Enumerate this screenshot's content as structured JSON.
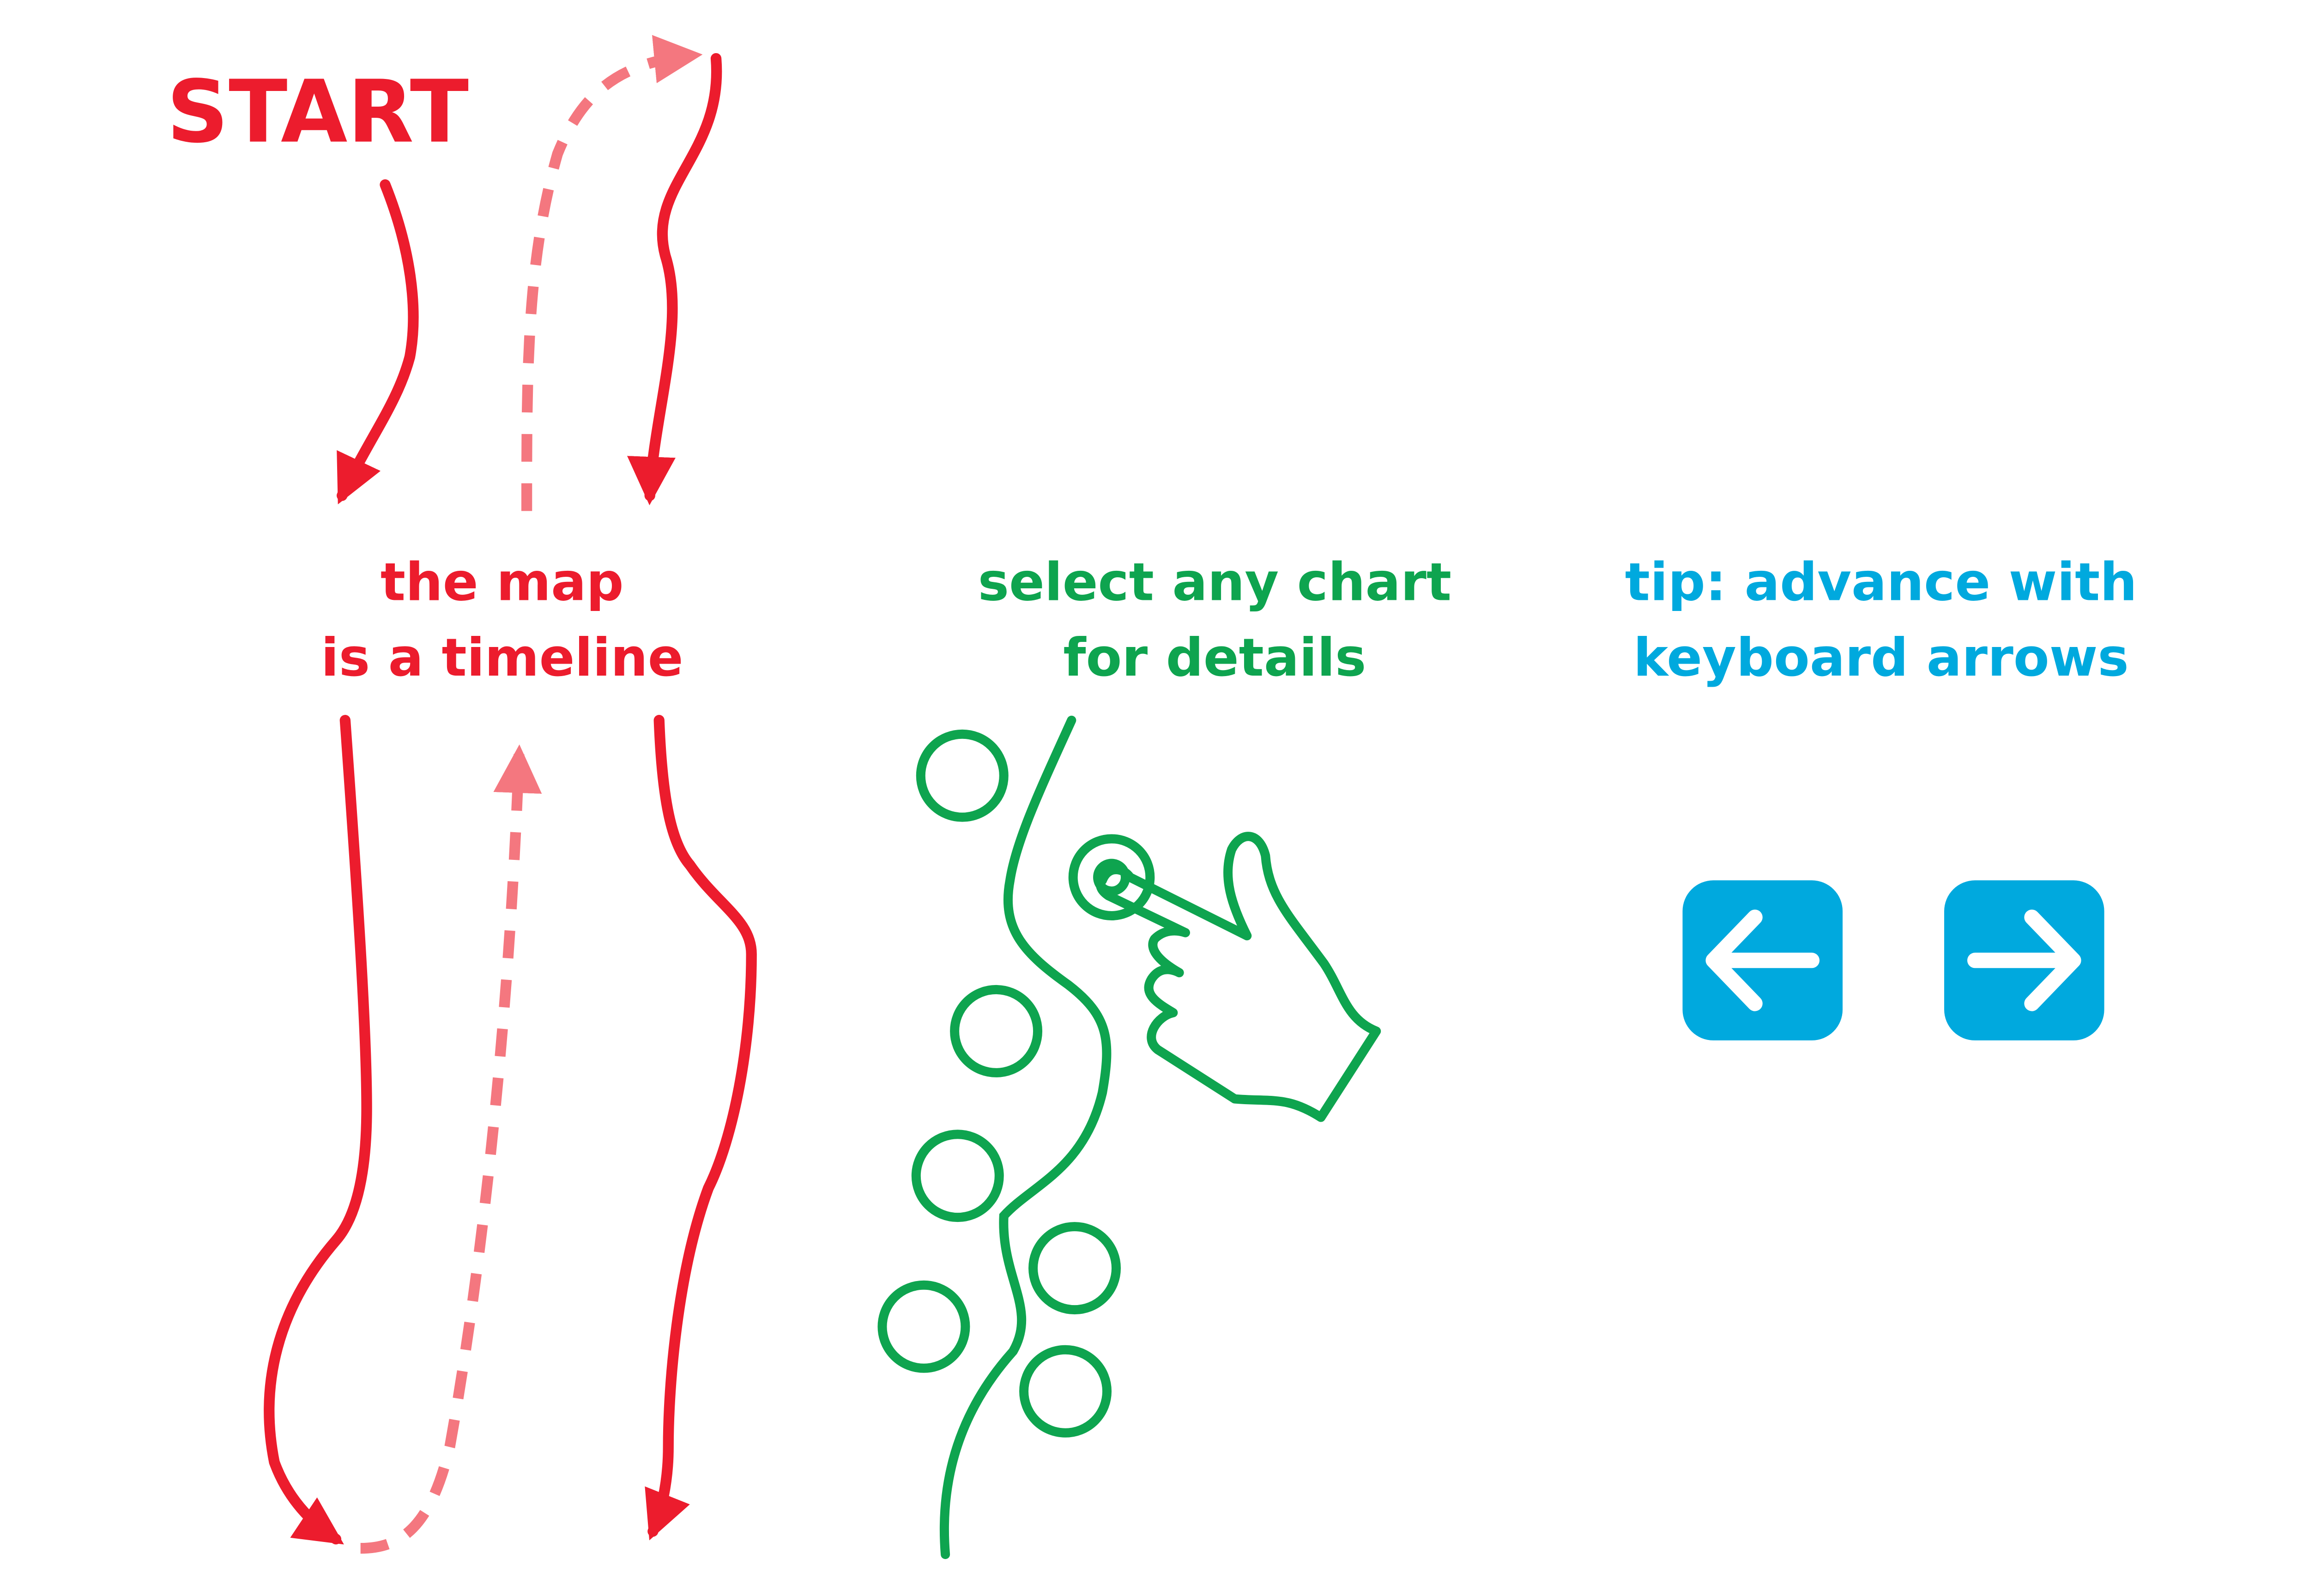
{
  "start_label": "START",
  "map_caption": {
    "line1": "the map",
    "line2": "is a timeline"
  },
  "chart_caption": {
    "line1": "select any chart",
    "line2": "for details"
  },
  "tip_caption": {
    "line1": "tip: advance with",
    "line2": "keyboard arrows"
  },
  "icons": {
    "left_key": "left-arrow-key-icon",
    "right_key": "right-arrow-key-icon",
    "hand": "pointing-hand-icon"
  },
  "colors": {
    "red": "#EC1C2D",
    "pink": "#F4777F",
    "green": "#0EA44F",
    "blue": "#00A9DE",
    "white": "#FFFFFF"
  }
}
